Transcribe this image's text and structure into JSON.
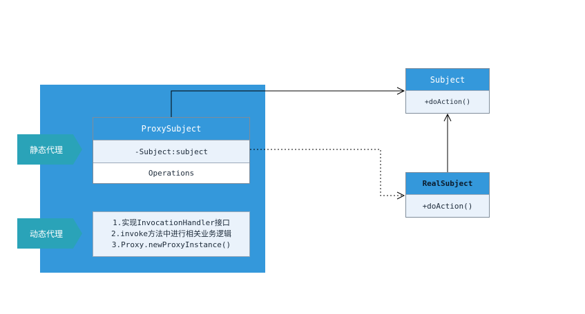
{
  "tags": {
    "static": "静态代理",
    "dynamic": "动态代理"
  },
  "proxy_subject": {
    "title": "ProxySubject",
    "field": "-Subject:subject",
    "operations": "Operations"
  },
  "subject": {
    "title": "Subject",
    "method": "+doAction()"
  },
  "real_subject": {
    "title": "RealSubject",
    "method": "+doAction()"
  },
  "dynamic_notes": [
    "1.实现InvocationHandler接口",
    "2.invoke方法中进行相关业务逻辑",
    "3.Proxy.newProxyInstance()"
  ],
  "colors": {
    "panel": "#3498db",
    "tag": "#2aa3b8",
    "header": "#3498db",
    "row_fill": "#eaf2fb"
  }
}
